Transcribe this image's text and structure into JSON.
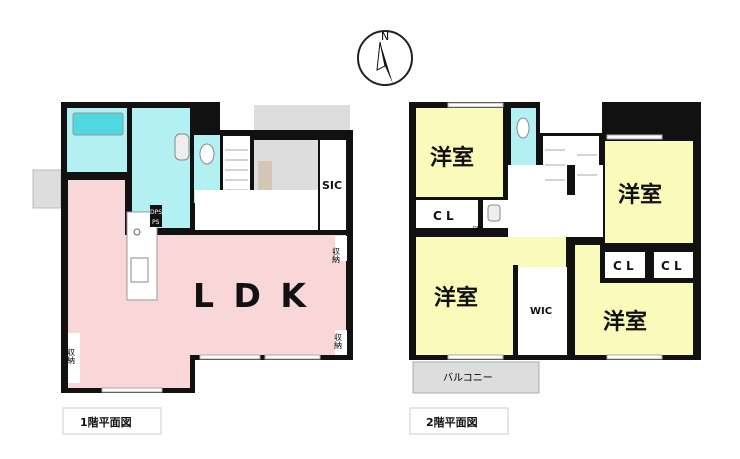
{
  "compass": {
    "label": "N"
  },
  "floor1": {
    "caption": "1階平面図",
    "rooms": {
      "ldk": "L D K",
      "sic": "SIC",
      "storage1": "収納",
      "storage2": "収納",
      "storage3": "収納",
      "dps": "DPS",
      "ps": "PS"
    }
  },
  "floor2": {
    "caption": "2階平面図",
    "rooms": {
      "western1": "洋室",
      "western2": "洋室",
      "western3": "洋室",
      "western4": "洋室",
      "cl1": "C L",
      "cl2": "C L",
      "cl3": "C L",
      "wic": "WIC",
      "dps": "DPS",
      "balcony": "バルコニー"
    }
  },
  "colors": {
    "ldk": "#f9d6d8",
    "wet": "#b3f0f2",
    "western": "#fafabb",
    "tile": "#dcdcdc",
    "wall": "#111111"
  }
}
